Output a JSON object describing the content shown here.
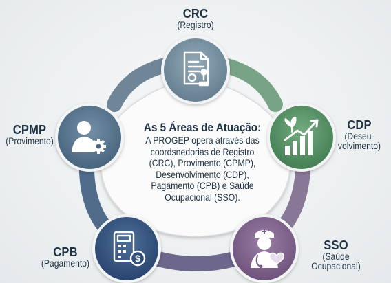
{
  "nodes": [
    {
      "id": "crc",
      "acronym": "CRC",
      "subtitle": "(Registro)",
      "icon": "registry-document-stamp-icon",
      "color": "#6f8a9c"
    },
    {
      "id": "cdp",
      "acronym": "CDP",
      "subtitle": "(Deseu-\nvolvimento)",
      "icon": "growth-chart-plant-icon",
      "color": "#4d8a5c"
    },
    {
      "id": "sso",
      "acronym": "SSO",
      "subtitle": "(Saúde\nOcupacional)",
      "icon": "nurse-heart-icon",
      "color": "#7a5d86"
    },
    {
      "id": "cpb",
      "acronym": "CPB",
      "subtitle": "(Pagamento)",
      "icon": "calculator-coin-icon",
      "color": "#2f4f7a"
    },
    {
      "id": "cpmp",
      "acronym": "CPMP",
      "subtitle": "(Provimento)",
      "icon": "person-gear-icon",
      "color": "#4e6c86"
    }
  ],
  "center": {
    "title": "As 5 Áreas de Atuação:",
    "lines": [
      "A PROGEP opera através das",
      "coordsnedorias de Registro",
      "(CRC), Provimento (CPMP),",
      "Desenvolvimento (CDP),",
      "Pagamento (CPB) e Saúde",
      "Ocupacional (SSO)."
    ]
  }
}
